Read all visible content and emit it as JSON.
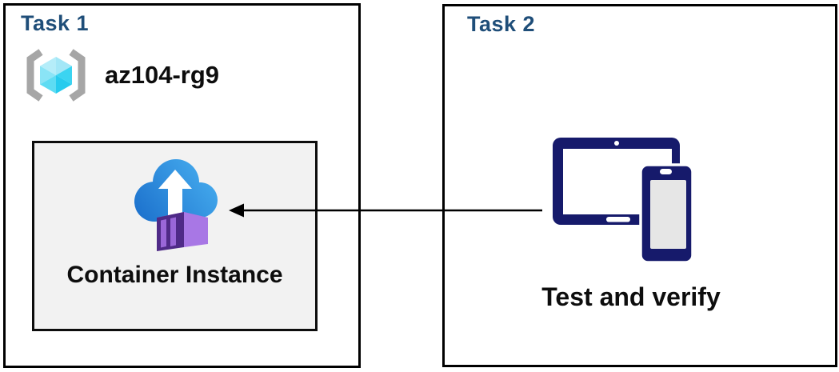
{
  "task1": {
    "title": "Task 1",
    "resource_group": {
      "name": "az104-rg9",
      "icon": "resource-group-icon"
    },
    "container_instance": {
      "label": "Container Instance",
      "icon": "container-instance-icon"
    }
  },
  "task2": {
    "title": "Task 2",
    "devices": {
      "label": "Test and verify",
      "icon": "devices-icon"
    }
  },
  "connector": {
    "from": "task2-devices",
    "to": "container-instance",
    "style": "solid-line",
    "arrowhead": "left"
  },
  "colors": {
    "title_blue": "#1f4e79",
    "text_black": "#0d0d0d",
    "box_border": "#000000",
    "panel_fill": "#f2f2f2",
    "device_navy": "#161a6b",
    "device_screen_gray": "#e6e6e6",
    "cloud_blue_dark": "#1a6ecb",
    "cloud_blue_light": "#49b1f1",
    "container_front_purple": "#4f2a87",
    "container_side_purple": "#a877e5",
    "container_top_purple": "#9e6ade",
    "container_slat_purple": "#9a67d8",
    "cube_cyan_light": "#aeeaf8",
    "cube_cyan_mid": "#6edff4",
    "cube_cyan_dark": "#2bcfef",
    "bracket_gray": "#a6a6a6"
  }
}
